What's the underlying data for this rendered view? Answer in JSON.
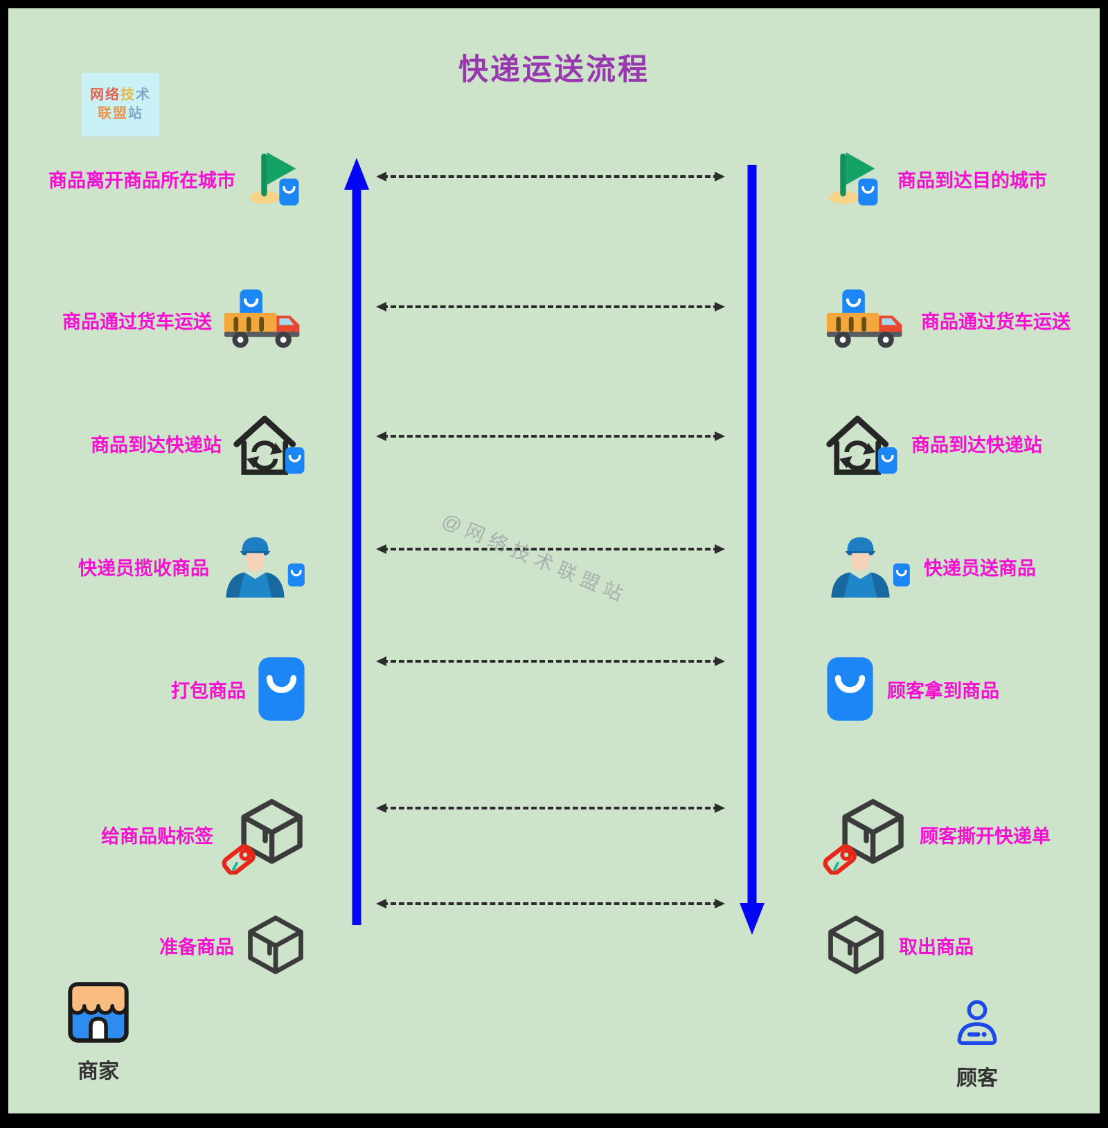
{
  "title": "快递运送流程",
  "logo": {
    "bg": "#c9f1f6",
    "lines": [
      {
        "chars": [
          {
            "t": "网",
            "c": "#e06450"
          },
          {
            "t": "络",
            "c": "#e06450"
          },
          {
            "t": "技",
            "c": "#e9b84a"
          },
          {
            "t": "术",
            "c": "#7fa8c6"
          }
        ]
      },
      {
        "chars": [
          {
            "t": "联",
            "c": "#e8954f"
          },
          {
            "t": "盟",
            "c": "#e8954f"
          },
          {
            "t": "站",
            "c": "#7fa8c6"
          }
        ]
      }
    ]
  },
  "watermark": "@网络技术联盟站",
  "rows": [
    {
      "icon": "flag-location",
      "left_label": "商品离开商品所在城市",
      "right_label": "商品到达目的城市"
    },
    {
      "icon": "delivery-truck",
      "left_label": "商品通过货车运送",
      "right_label": "商品通过货车运送"
    },
    {
      "icon": "delivery-station",
      "left_label": "商品到达快递站",
      "right_label": "商品到达快递站"
    },
    {
      "icon": "courier",
      "left_label": "快递员揽收商品",
      "right_label": "快递员送商品"
    },
    {
      "icon": "shopping-bag",
      "left_label": "打包商品",
      "right_label": "顾客拿到商品"
    },
    {
      "icon": "tagged-box",
      "left_label": "给商品贴标签",
      "right_label": "顾客撕开快递单"
    },
    {
      "icon": "box",
      "left_label": "准备商品",
      "right_label": "取出商品"
    }
  ],
  "actors": {
    "merchant": "商家",
    "customer": "顾客"
  },
  "colors": {
    "canvas_bg": "#cde4cb",
    "frame": "#000000",
    "title": "#9838ae",
    "label": "#f50fd0",
    "flow_arrow": "#0505f5",
    "dashed_arrow": "#2c2c2c",
    "watermark": "#8e8e9b",
    "bag_blue": "#1d86f7",
    "flag_green": "#14a266",
    "flag_base_yellow": "#f6d387",
    "truck_orange": "#f4a73c",
    "cab_red": "#e8482e",
    "tag_red": "#e6281a",
    "outline_dark": "#3b3b3b",
    "store_blue": "#2e8cf0",
    "awning_orange": "#f9bd80",
    "person_blue": "#1d49e8",
    "actor_label": "#333333",
    "courier_blue": "#1f86ca"
  }
}
